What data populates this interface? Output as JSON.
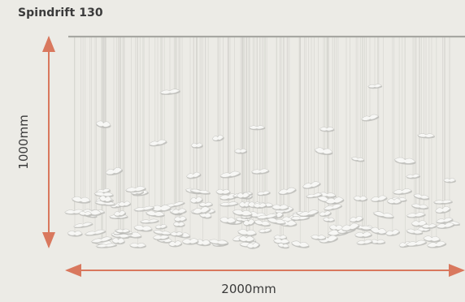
{
  "product": {
    "title": "Spindrift 130"
  },
  "dimensions": {
    "width_label": "2000mm",
    "height_label": "1000mm"
  },
  "colors": {
    "background": "#ecebe6",
    "arrow": "#d9785e",
    "canopy": "#a7a7a2",
    "wire": "#d5d4cf",
    "piece": "#f7f7f5",
    "piece_shadow": "#b9b9b5"
  }
}
